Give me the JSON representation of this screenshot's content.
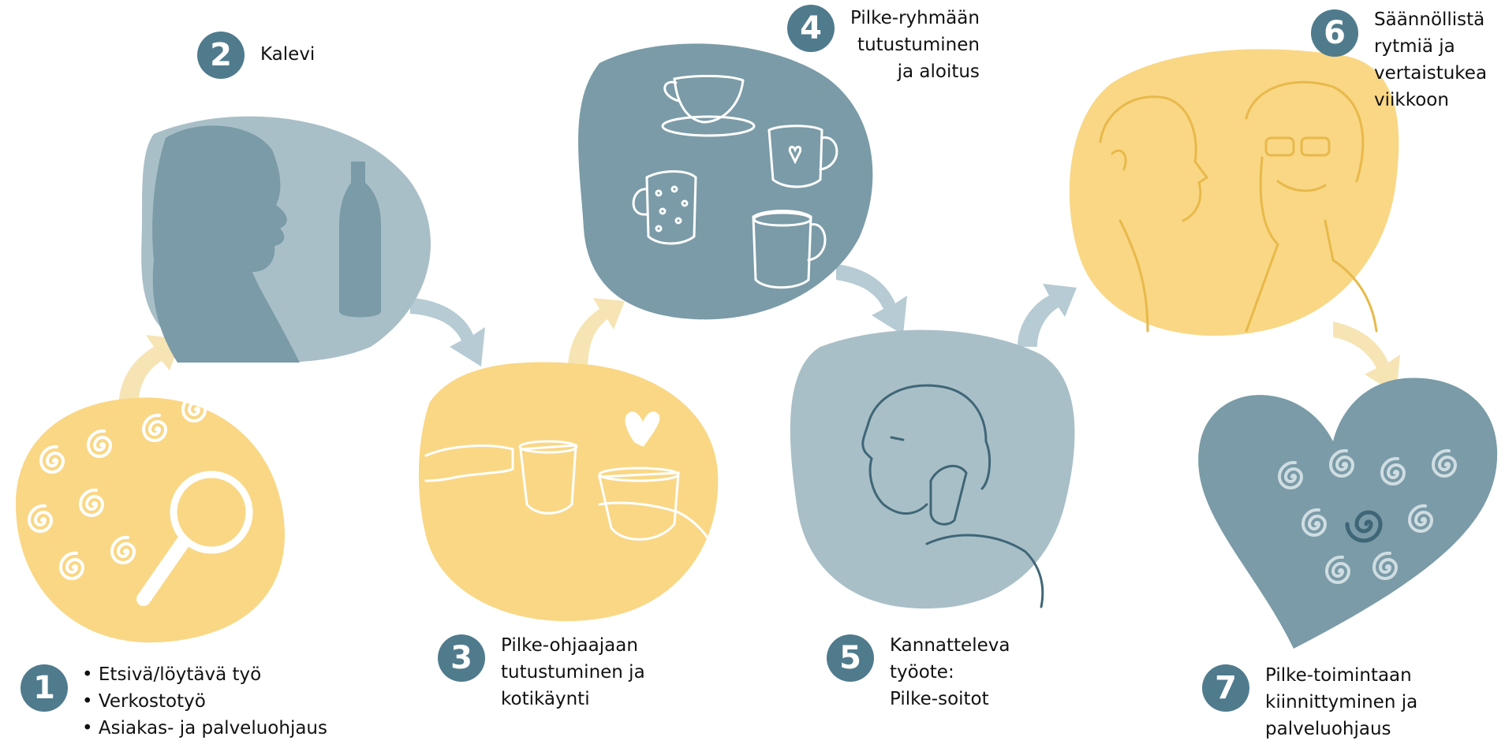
{
  "colors": {
    "yellow": "#f9d785",
    "blue_dark": "#7a9ba7",
    "blue_light": "#a9bfc7",
    "badge": "#4f7b8d",
    "line_yellow": "#e8b94a",
    "line_blue": "#3f6677"
  },
  "steps": [
    {
      "number": "1",
      "bullets": [
        "Etsivä/löytävä työ",
        "Verkostotyö",
        "Asiakas- ja palveluohjaus"
      ],
      "illustration": "magnifier-icon"
    },
    {
      "number": "2",
      "lines": [
        "Kalevi"
      ],
      "illustration": "silhouette-with-bottle-icon"
    },
    {
      "number": "3",
      "lines": [
        "Pilke-ohjaajaan",
        "tutustuminen ja",
        "kotikäynti"
      ],
      "illustration": "coffee-cups-hands-icon"
    },
    {
      "number": "4",
      "lines": [
        "Pilke-ryhmään",
        "tutustuminen",
        "ja aloitus"
      ],
      "illustration": "cups-and-mugs-icon"
    },
    {
      "number": "5",
      "lines": [
        "Kannatteleva",
        "työote:",
        "Pilke-soitot"
      ],
      "illustration": "man-on-phone-icon"
    },
    {
      "number": "6",
      "lines": [
        "Säännöllistä",
        "rytmiä ja",
        "vertaistukea",
        "viikkoon"
      ],
      "illustration": "two-people-icon"
    },
    {
      "number": "7",
      "lines": [
        "Pilke-toimintaan",
        "kiinnittyminen ja",
        "palveluohjaus"
      ],
      "illustration": "heart-swirls-icon"
    }
  ]
}
